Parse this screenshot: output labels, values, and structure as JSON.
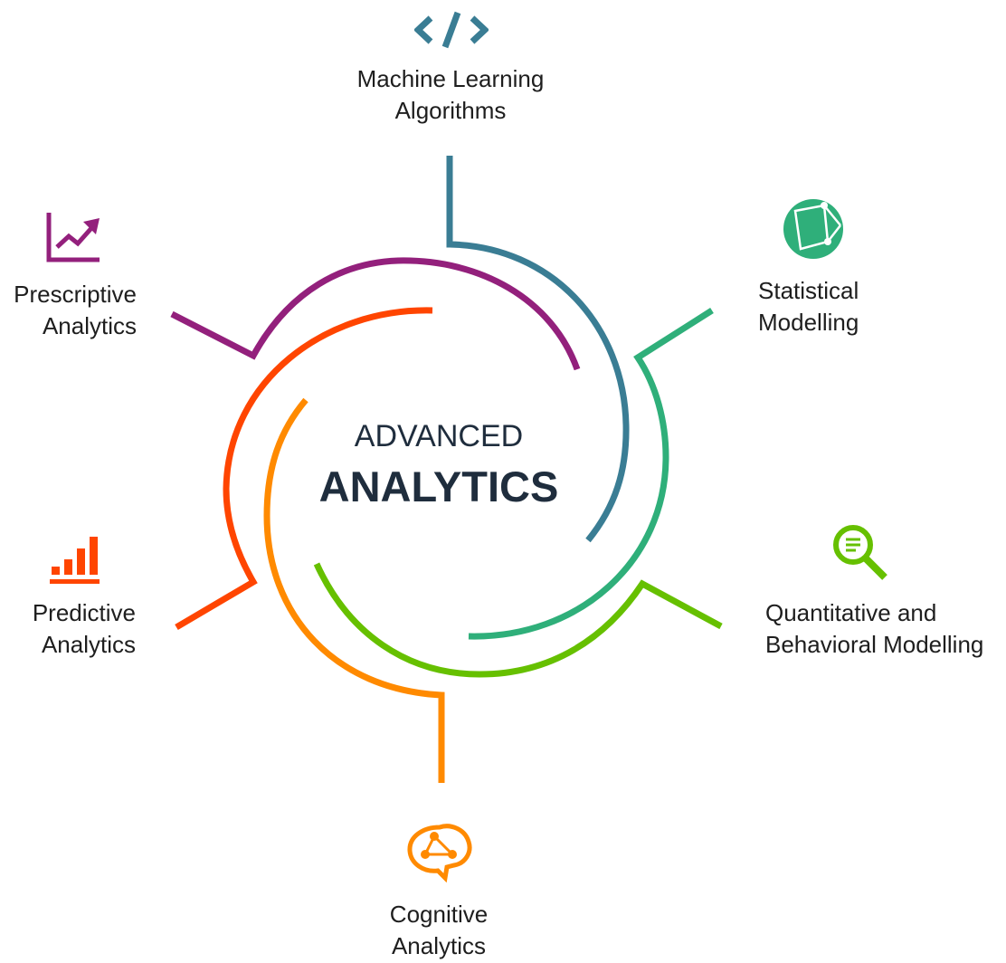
{
  "center": {
    "line1": "ADVANCED",
    "line2": "ANALYTICS"
  },
  "nodes": [
    {
      "id": "ml",
      "line1": "Machine Learning",
      "line2": "Algorithms",
      "icon": "code-icon",
      "color": "#3a7d94"
    },
    {
      "id": "stat",
      "line1": "Statistical",
      "line2": "Modelling",
      "icon": "globe-network-icon",
      "color": "#2faf7a"
    },
    {
      "id": "quant",
      "line1": "Quantitative and",
      "line2": "Behavioral Modelling",
      "icon": "magnifier-document-icon",
      "color": "#66c000"
    },
    {
      "id": "cog",
      "line1": "Cognitive",
      "line2": "Analytics",
      "icon": "brain-icon",
      "color": "#ff8a00"
    },
    {
      "id": "pred",
      "line1": "Predictive",
      "line2": "Analytics",
      "icon": "bar-chart-icon",
      "color": "#ff4500"
    },
    {
      "id": "presc",
      "line1": "Prescriptive",
      "line2": "Analytics",
      "icon": "trend-up-chart-icon",
      "color": "#93207c"
    }
  ]
}
